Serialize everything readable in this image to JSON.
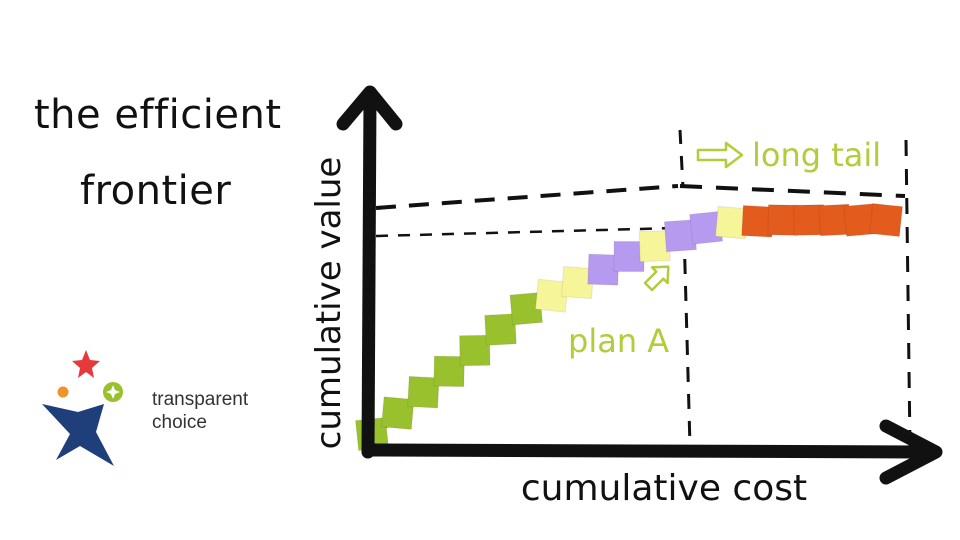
{
  "title": {
    "line1": "the efficient",
    "line2": "frontier"
  },
  "brand": {
    "line1": "transparent",
    "line2": "choice"
  },
  "labels": {
    "plan_a": "plan A",
    "long_tail": "long tail"
  },
  "colors": {
    "green": "#99C12E",
    "yellow": "#F7F59A",
    "purple": "#B69AF0",
    "orange": "#E45B1E",
    "label": "#B4CB3A",
    "axis": "#111111"
  },
  "chart_data": {
    "type": "line",
    "xlabel": "cumulative cost",
    "ylabel": "cumulative value",
    "series": [
      {
        "x": [
          0,
          2,
          4,
          6,
          8,
          10,
          12,
          14,
          16,
          18,
          20,
          22,
          24,
          26,
          28,
          30,
          32,
          34,
          36,
          38,
          40
        ],
        "y": [
          0,
          8,
          16,
          24,
          32,
          40,
          48,
          53,
          58,
          63,
          68,
          72,
          76,
          79,
          81,
          81.5,
          82,
          82,
          82,
          82,
          82
        ],
        "colors": [
          "green",
          "green",
          "green",
          "green",
          "green",
          "green",
          "green",
          "yellow",
          "yellow",
          "purple",
          "purple",
          "yellow",
          "purple",
          "purple",
          "yellow",
          "orange",
          "orange",
          "orange",
          "orange",
          "orange",
          "orange"
        ]
      }
    ]
  }
}
